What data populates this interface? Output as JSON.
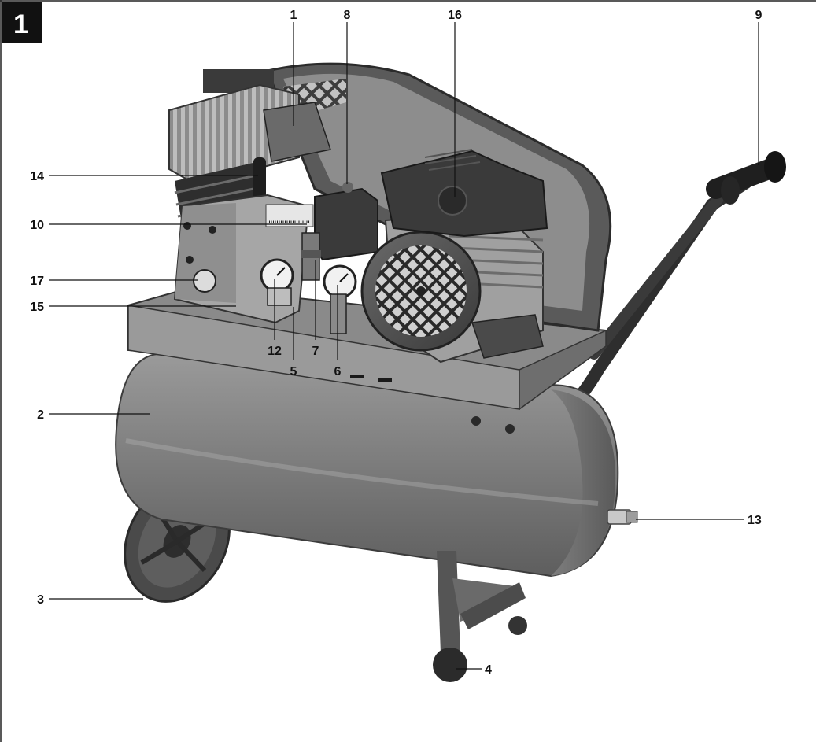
{
  "figure": {
    "number": "1"
  },
  "callouts": [
    "1",
    "8",
    "16",
    "9",
    "14",
    "10",
    "17",
    "15",
    "12",
    "7",
    "6",
    "5",
    "2",
    "13",
    "3",
    "4"
  ],
  "colors": {
    "tank": "#7a7a7a",
    "metal_dark": "#3c3c3c",
    "metal_light": "#b5b5b5",
    "ink": "#111111"
  }
}
